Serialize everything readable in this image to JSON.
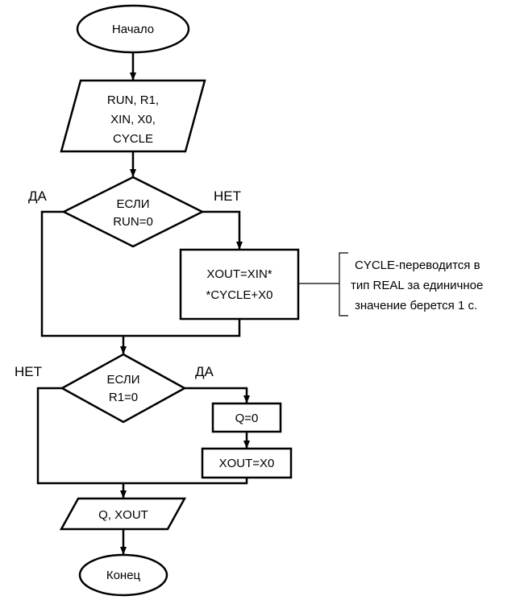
{
  "nodes": {
    "start": "Начало",
    "input": [
      "RUN, R1,",
      "XIN, X0,",
      "CYCLE"
    ],
    "cond_run": [
      "ЕСЛИ",
      "RUN=0"
    ],
    "calc": [
      "XOUT=XIN*",
      "*CYCLE+X0"
    ],
    "cond_r1": [
      "ЕСЛИ",
      "R1=0"
    ],
    "set_q": "Q=0",
    "set_xout": "XOUT=X0",
    "output": "Q, XOUT",
    "end": "Конец"
  },
  "branch_labels": {
    "run_yes": "ДА",
    "run_no": "НЕТ",
    "r1_no": "НЕТ",
    "r1_yes": "ДА"
  },
  "annotation": [
    "CYCLE-переводится в",
    "тип REAL за единичное",
    "значение берется 1 с."
  ]
}
